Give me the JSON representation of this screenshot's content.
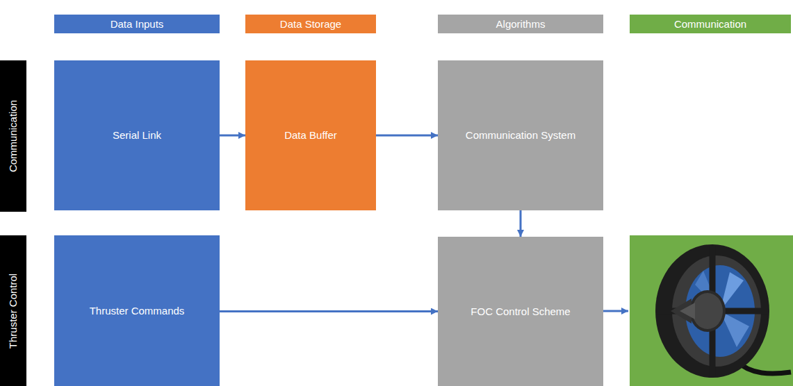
{
  "diagram": {
    "nodes": [
      {
        "text": [
          "Data Inputs"
        ]
      },
      {
        "text": [
          "Data Storage"
        ]
      },
      {
        "text": [
          "Algorithms"
        ]
      },
      {
        "text": [
          "Communication"
        ]
      },
      {
        "text": [
          "Communication"
        ]
      },
      {
        "text": [
          "Serial Link"
        ]
      },
      {
        "text": [
          "Data Buffer"
        ]
      },
      {
        "text": [
          "Communication System"
        ]
      },
      {
        "text": [
          "Thruster Control"
        ]
      },
      {
        "text": [
          "Thruster Commands"
        ]
      },
      {
        "text": [
          "FOC Control Scheme"
        ]
      }
    ],
    "edges": [
      {
        "from": 5,
        "to": 6,
        "arrow": "to"
      },
      {
        "from": 6,
        "to": 7,
        "arrow": "to"
      },
      {
        "from": 7,
        "to": 10,
        "arrow": "to"
      },
      {
        "from": 9,
        "to": 10,
        "arrow": "to"
      }
    ]
  }
}
